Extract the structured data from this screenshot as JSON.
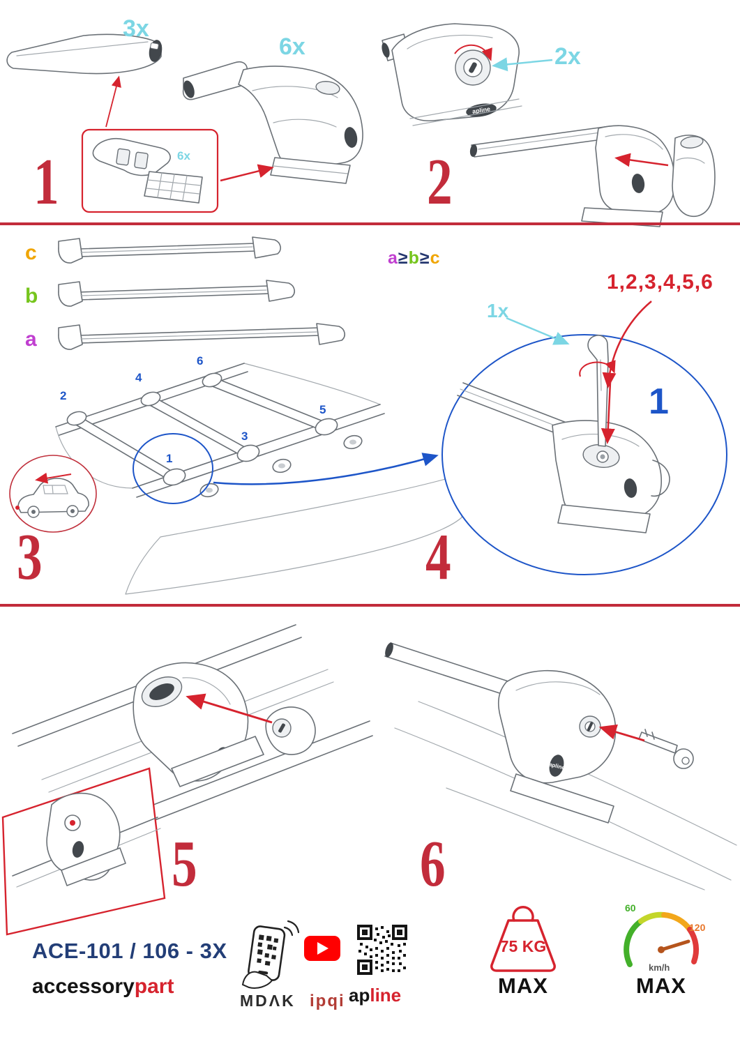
{
  "colors": {
    "accent_red": "#c22c3b",
    "arrow_red": "#d6232e",
    "cyan": "#7cd6e4",
    "blue": "#1d55c8",
    "navy_model": "#233e77",
    "label_c": "#f0a500",
    "label_b": "#76c51d",
    "label_a": "#c03fd0",
    "youtube_red": "#ff0000",
    "gauge_green": "#43b02a",
    "gauge_orange": "#e8762a"
  },
  "drawing_brand": "apline",
  "step1": {
    "number": "1",
    "bar_qty": "3x",
    "foot_qty": "6x",
    "pad_qty": "6x"
  },
  "step2": {
    "number": "2",
    "lock_qty": "2x"
  },
  "step3": {
    "number": "3",
    "label_c": "c",
    "label_b": "b",
    "label_a": "a",
    "rule": {
      "a": "a",
      "ge1": "≥",
      "b": "b",
      "ge2": "≥",
      "c": "c"
    },
    "pos1": "1",
    "pos2": "2",
    "pos3": "3",
    "pos4": "4",
    "pos5": "5",
    "pos6": "6"
  },
  "step4": {
    "number": "4",
    "key_qty": "1x",
    "sequence": "1,2,3,4,5,6",
    "highlight": "1"
  },
  "step5": {
    "number": "5"
  },
  "step6": {
    "number": "6"
  },
  "footer": {
    "model": "ACE-101 / 106 - 3X",
    "brand_black": "accessory",
    "brand_red": "part",
    "mdak": "MDΛK",
    "ipqi": "ipqi",
    "apline_black": "ap",
    "apline_red": "line",
    "weight_value": "75 KG",
    "weight_max": "MAX",
    "speed_low": "60",
    "speed_high": "120",
    "speed_unit": "km/h",
    "speed_max": "MAX"
  }
}
